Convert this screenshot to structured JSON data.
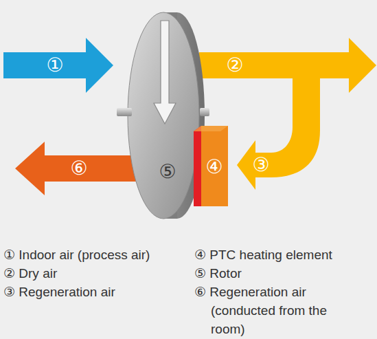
{
  "diagram": {
    "nodes": [
      {
        "text": [
          "①"
        ]
      },
      {
        "text": [
          "②"
        ]
      },
      {
        "text": [
          "③"
        ]
      },
      {
        "text": [
          "④"
        ]
      },
      {
        "text": [
          "⑤"
        ]
      },
      {
        "text": [
          "⑥"
        ]
      }
    ],
    "labels": [
      "① Indoor air (process air)",
      "② Dry air",
      "③ Regeneration air",
      "④ PTC heating element",
      "⑤ Rotor",
      "⑥ Regeneration air (conducted from the room)"
    ]
  }
}
